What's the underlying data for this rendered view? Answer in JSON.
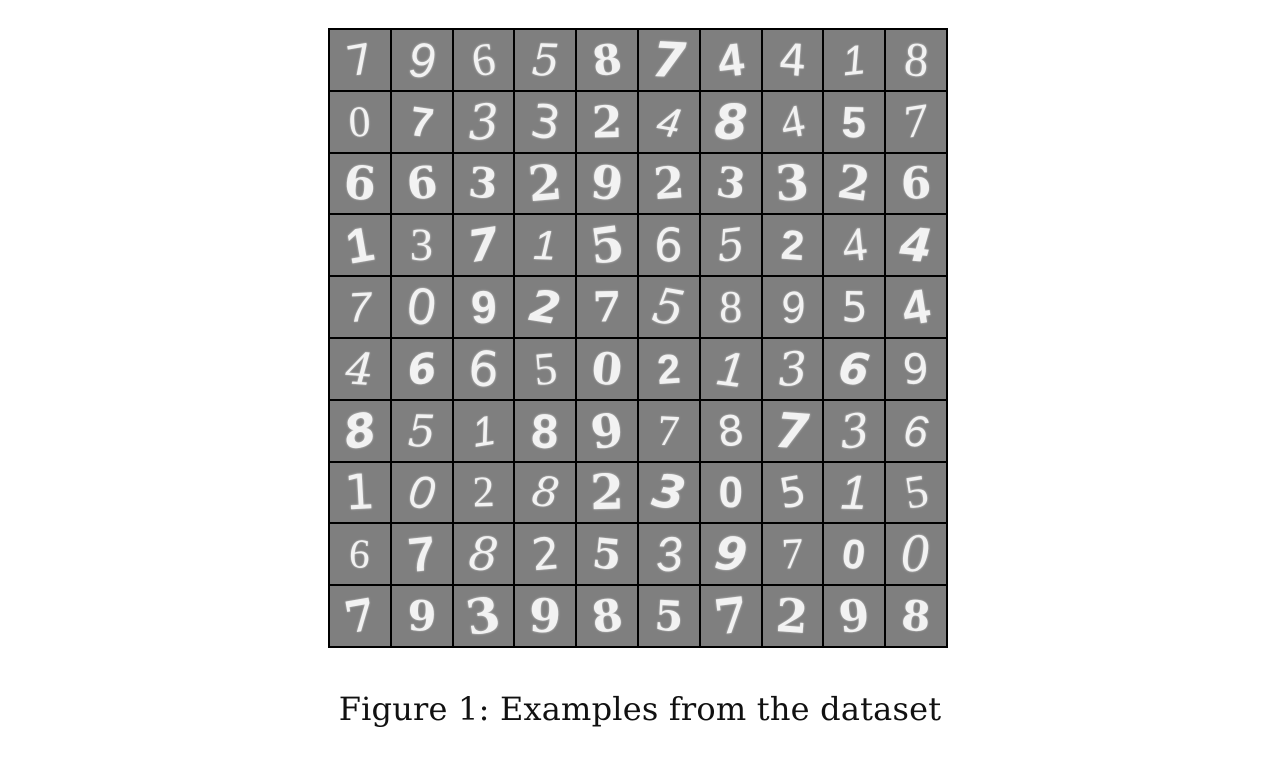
{
  "figure": {
    "caption": "Figure 1: Examples from the dataset",
    "cell_color": "#7f7f7f",
    "digit_color": "#f2f2f2",
    "grid_line_color": "#000000",
    "digits": [
      [
        "7",
        "9",
        "6",
        "5",
        "8",
        "7",
        "4",
        "4",
        "1",
        "8"
      ],
      [
        "0",
        "7",
        "3",
        "3",
        "2",
        "4",
        "8",
        "4",
        "5",
        "7"
      ],
      [
        "6",
        "6",
        "3",
        "2",
        "9",
        "2",
        "3",
        "3",
        "2",
        "6"
      ],
      [
        "1",
        "3",
        "7",
        "1",
        "5",
        "6",
        "5",
        "2",
        "4",
        "4"
      ],
      [
        "7",
        "0",
        "9",
        "2",
        "7",
        "5",
        "8",
        "9",
        "5",
        "4"
      ],
      [
        "4",
        "6",
        "6",
        "5",
        "0",
        "2",
        "1",
        "3",
        "6",
        "9"
      ],
      [
        "8",
        "5",
        "1",
        "8",
        "9",
        "7",
        "8",
        "7",
        "3",
        "6"
      ],
      [
        "1",
        "0",
        "2",
        "8",
        "2",
        "3",
        "0",
        "5",
        "1",
        "5"
      ],
      [
        "6",
        "7",
        "8",
        "2",
        "5",
        "3",
        "9",
        "7",
        "0",
        "0"
      ],
      [
        "7",
        "9",
        "3",
        "9",
        "8",
        "5",
        "7",
        "2",
        "9",
        "8"
      ]
    ]
  }
}
